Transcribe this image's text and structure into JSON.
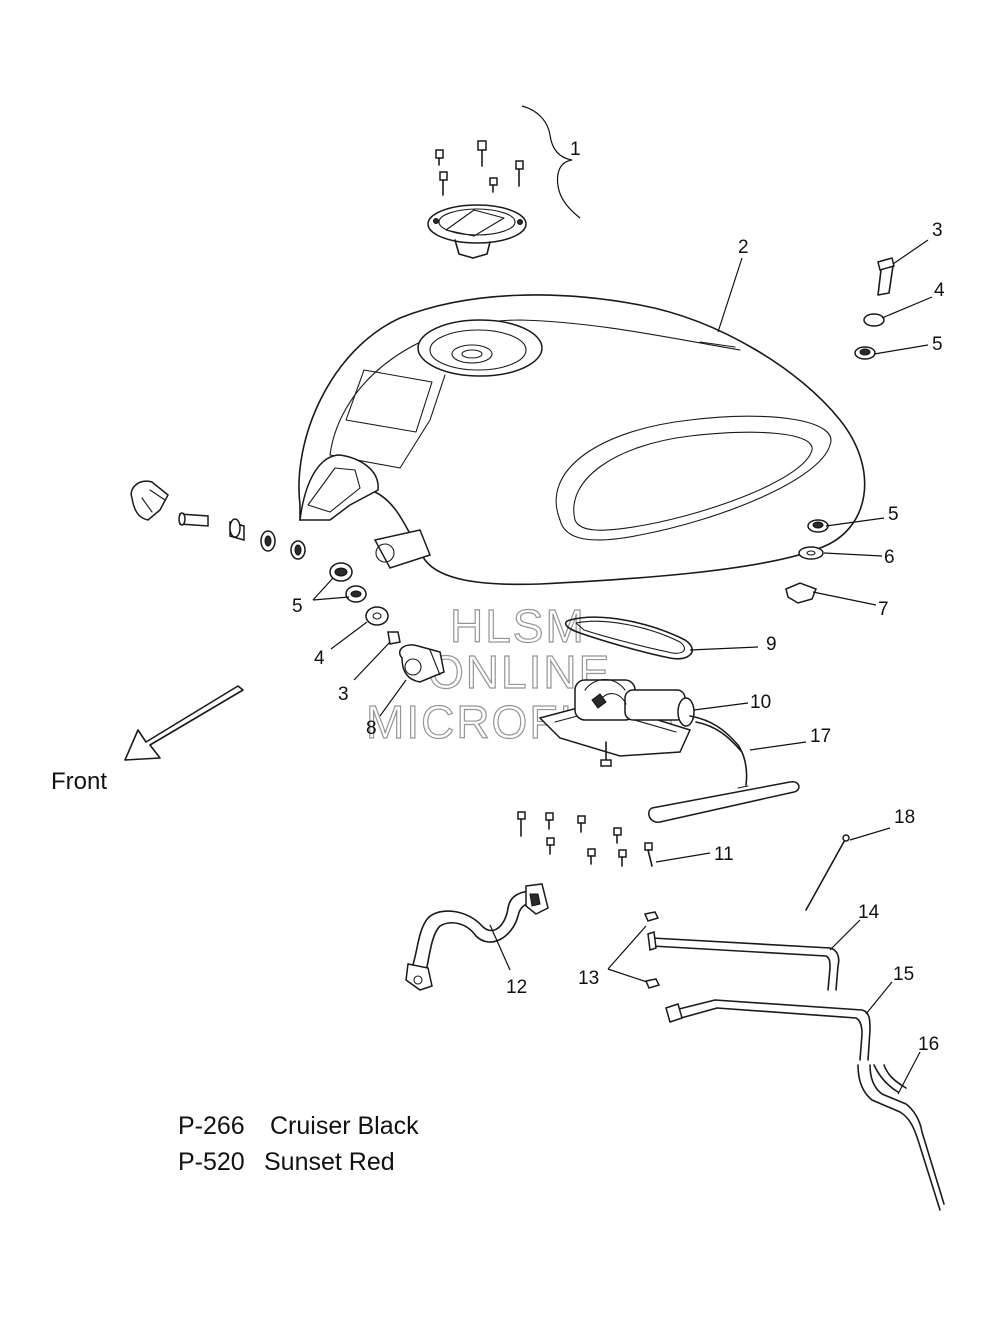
{
  "callouts": [
    "1",
    "2",
    "3",
    "4",
    "5",
    "5",
    "6",
    "7",
    "9",
    "10",
    "17",
    "5",
    "4",
    "3",
    "8",
    "18",
    "11",
    "14",
    "13",
    "12",
    "15",
    "16"
  ],
  "watermark": [
    "HLSM",
    "ONLINE",
    "MICROFICHE"
  ],
  "front_label": "Front",
  "color_codes": [
    {
      "code": "P-266",
      "name": "Cruiser Black"
    },
    {
      "code": "P-520",
      "name": "Sunset Red"
    }
  ]
}
